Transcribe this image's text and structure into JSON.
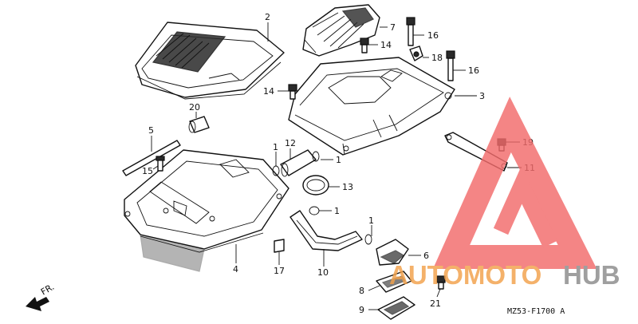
{
  "diagram": {
    "callouts": {
      "c1a": "1",
      "c1b": "1",
      "c1c": "1",
      "c1d": "1",
      "c2": "2",
      "c3": "3",
      "c4": "4",
      "c5": "5",
      "c6": "6",
      "c7": "7",
      "c8": "8",
      "c9": "9",
      "c10": "10",
      "c11": "11",
      "c12": "12",
      "c13": "13",
      "c14a": "14",
      "c14b": "14",
      "c15": "15",
      "c16a": "16",
      "c16b": "16",
      "c17": "17",
      "c18": "18",
      "c19": "19",
      "c20": "20",
      "c21": "21"
    },
    "direction_label": "FR.",
    "diagram_code": "MZ53-F1700 A"
  },
  "watermark": {
    "brand_part1": "AUTOMOTO",
    "brand_part2": "HUB",
    "color_red": "#f26b6b",
    "color_orange": "#f2a14a",
    "color_gray": "#8a8a8a"
  }
}
